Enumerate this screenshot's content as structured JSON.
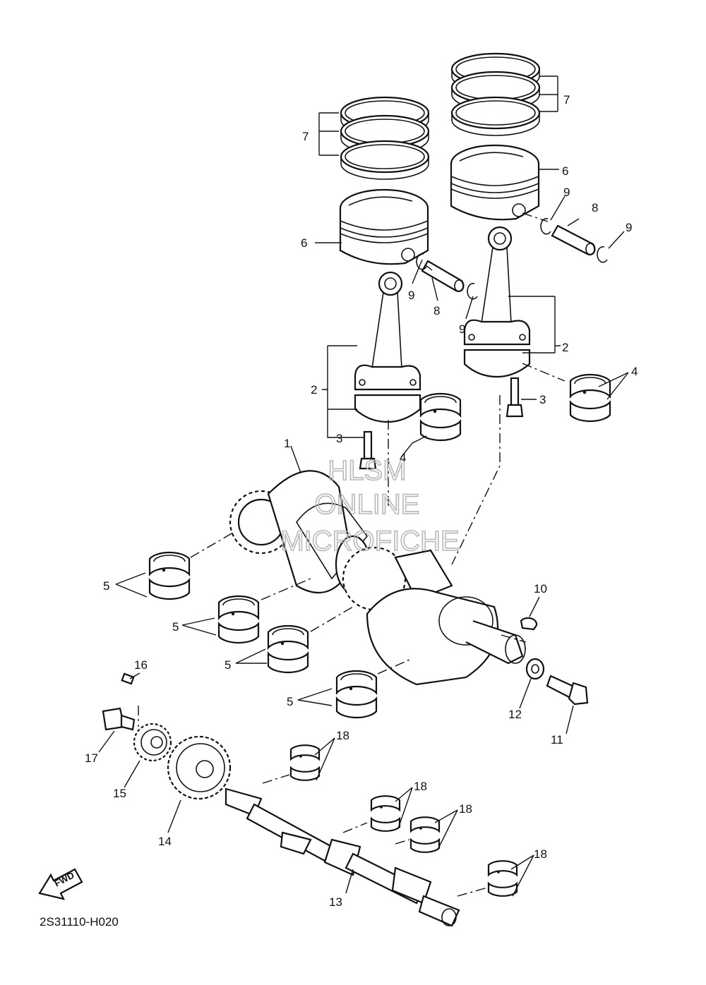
{
  "diagram": {
    "diagram_code": "2S31110-H020",
    "direction_label": "FWD",
    "watermark_lines": [
      "HLSM",
      "ONLINE",
      "MICROFICHE"
    ],
    "callouts": [
      {
        "id": "c7a",
        "label": "7"
      },
      {
        "id": "c7b",
        "label": "7"
      },
      {
        "id": "c6a",
        "label": "6"
      },
      {
        "id": "c6b",
        "label": "6"
      },
      {
        "id": "c9a",
        "label": "9"
      },
      {
        "id": "c9b",
        "label": "9"
      },
      {
        "id": "c9c",
        "label": "9"
      },
      {
        "id": "c9d",
        "label": "9"
      },
      {
        "id": "c8a",
        "label": "8"
      },
      {
        "id": "c8b",
        "label": "8"
      },
      {
        "id": "c2a",
        "label": "2"
      },
      {
        "id": "c2b",
        "label": "2"
      },
      {
        "id": "c3a",
        "label": "3"
      },
      {
        "id": "c3b",
        "label": "3"
      },
      {
        "id": "c4a",
        "label": "4"
      },
      {
        "id": "c4b",
        "label": "4"
      },
      {
        "id": "c1",
        "label": "1"
      },
      {
        "id": "c5a",
        "label": "5"
      },
      {
        "id": "c5b",
        "label": "5"
      },
      {
        "id": "c5c",
        "label": "5"
      },
      {
        "id": "c5d",
        "label": "5"
      },
      {
        "id": "c10",
        "label": "10"
      },
      {
        "id": "c11",
        "label": "11"
      },
      {
        "id": "c12",
        "label": "12"
      },
      {
        "id": "c13",
        "label": "13"
      },
      {
        "id": "c14",
        "label": "14"
      },
      {
        "id": "c15",
        "label": "15"
      },
      {
        "id": "c16",
        "label": "16"
      },
      {
        "id": "c17",
        "label": "17"
      },
      {
        "id": "c18a",
        "label": "18"
      },
      {
        "id": "c18b",
        "label": "18"
      },
      {
        "id": "c18c",
        "label": "18"
      },
      {
        "id": "c18d",
        "label": "18"
      }
    ]
  }
}
